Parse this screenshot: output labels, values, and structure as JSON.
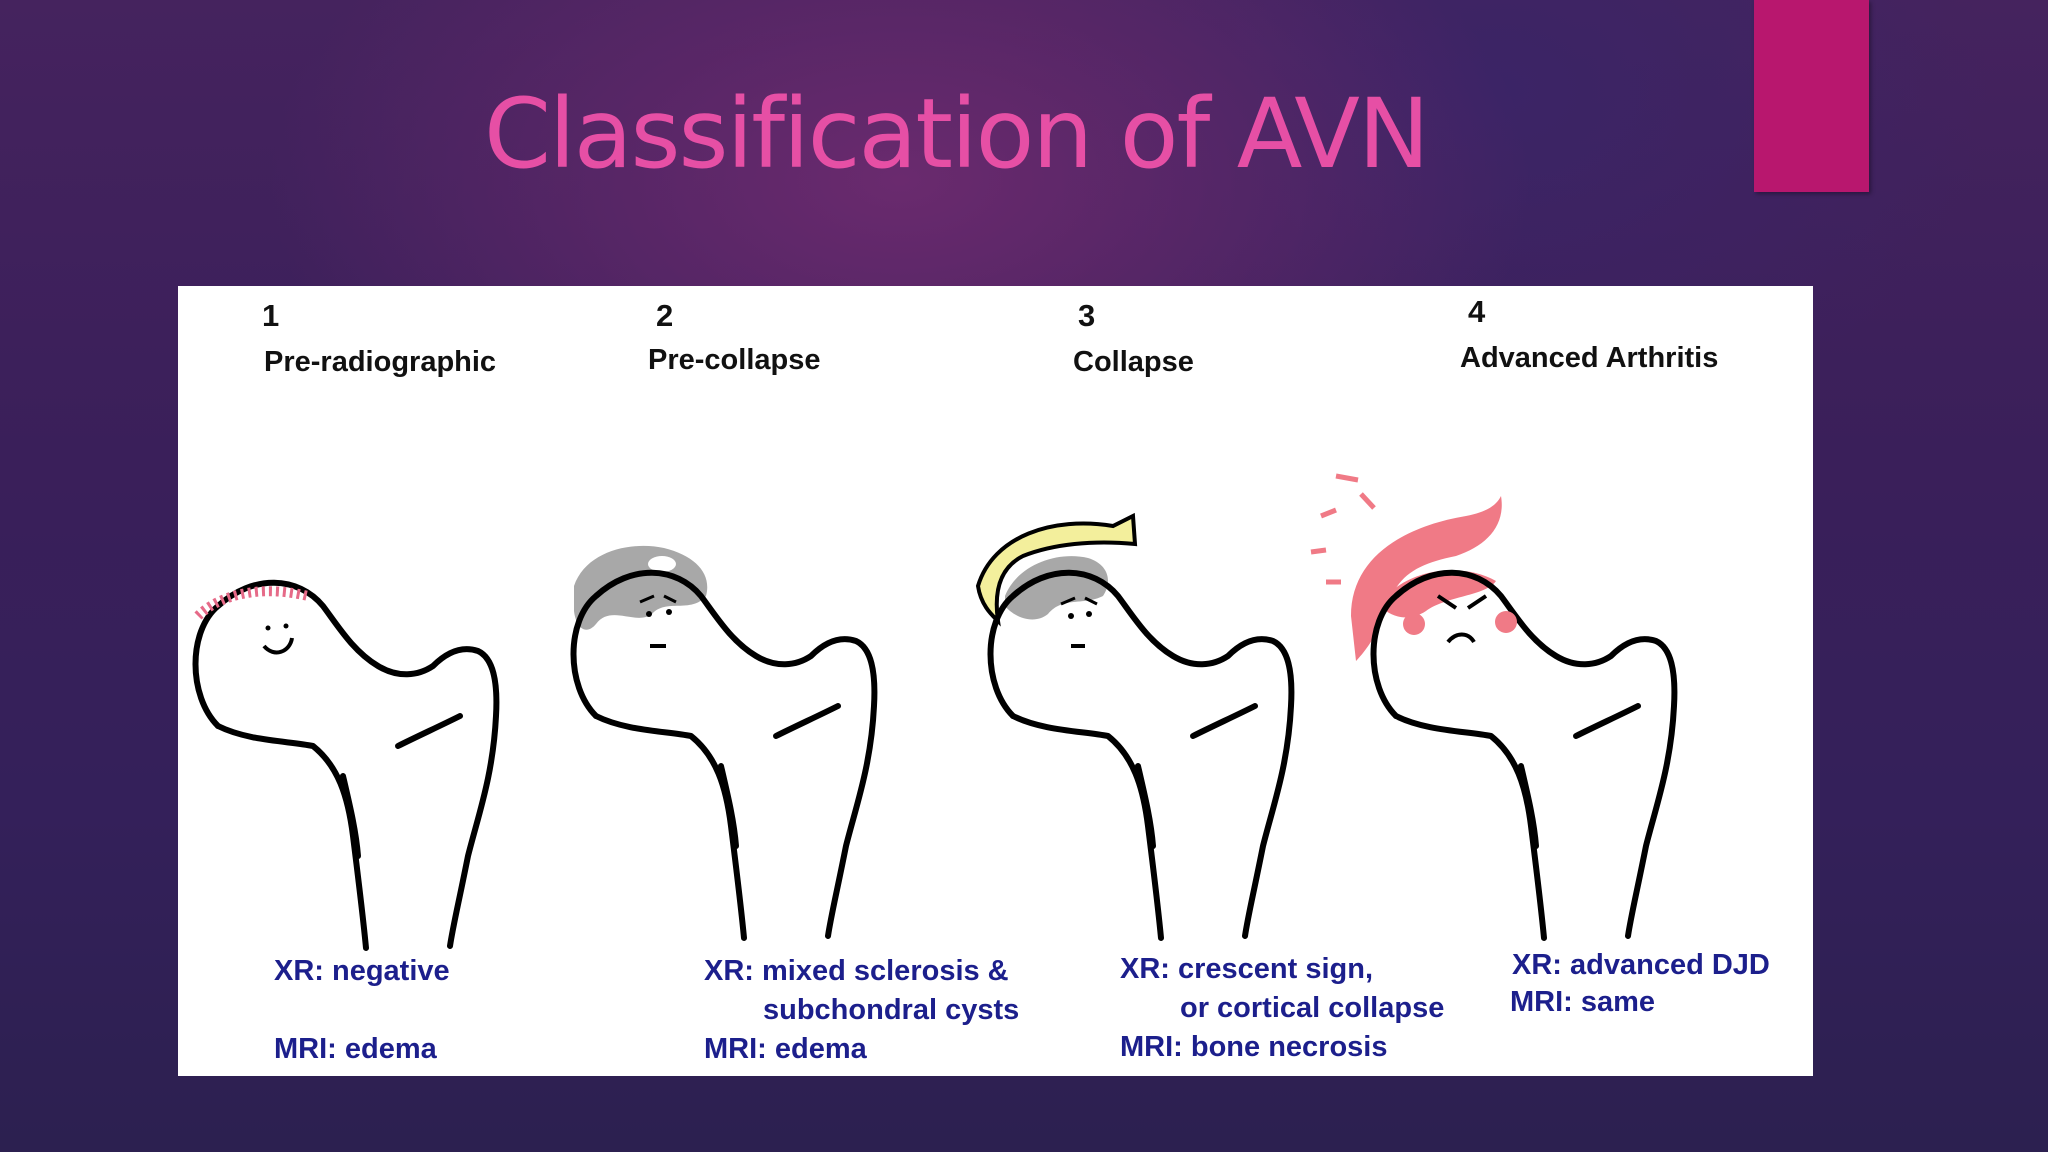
{
  "slide": {
    "title": "Classification of AVN",
    "accent_color": "#b8176e",
    "title_color": "#e64fa5"
  },
  "stages": [
    {
      "number": "1",
      "name": "Pre-radiographic",
      "xr": "XR: negative",
      "xr_cont": "",
      "mri": "MRI: edema",
      "face": "smile"
    },
    {
      "number": "2",
      "name": "Pre-collapse",
      "xr": "XR: mixed sclerosis &",
      "xr_cont": "subchondral cysts",
      "mri": "MRI: edema",
      "face": "worried"
    },
    {
      "number": "3",
      "name": "Collapse",
      "xr": "XR: crescent sign,",
      "xr_cont": "or cortical collapse",
      "mri": "MRI: bone necrosis",
      "face": "worried"
    },
    {
      "number": "4",
      "name": "Advanced Arthritis",
      "xr": "XR: advanced DJD",
      "xr_cont": "",
      "mri": "MRI: same",
      "face": "angry"
    }
  ],
  "colors": {
    "caption": "#1c1f8c",
    "bone_outline": "#000000",
    "edema": "#e66a88",
    "sclerosis": "#a8a8a8",
    "crescent": "#f3ef9c",
    "arthritis": "#f07a86"
  }
}
